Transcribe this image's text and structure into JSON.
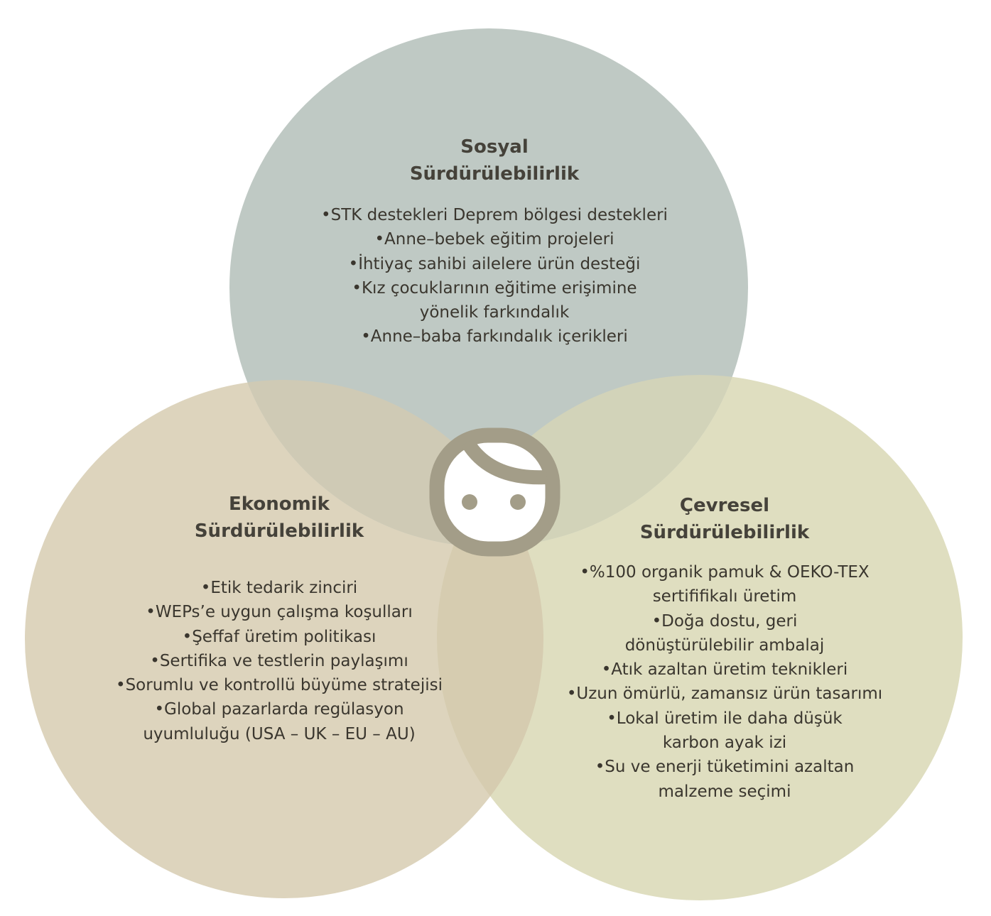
{
  "colors": {
    "social": "#bfc9c4",
    "economic": "#ddd4bd",
    "environmental": "#dfdec0",
    "social_economic": "#cfcab5",
    "social_environmental": "#d2d3b9",
    "economic_environmental": "#d6ccb0",
    "center": "#cfc8ae",
    "icon": "#a39d88",
    "text": "#3a362e"
  },
  "center_icon": "child-face-icon",
  "social": {
    "title_line1": "Sosyal",
    "title_line2": "Sürdürülebilirlik",
    "items": [
      "•STK destekleri Deprem bölgesi destekleri",
      "•Anne–bebek eğitim projeleri",
      "•İhtiyaç sahibi ailelere ürün desteği",
      "•Kız çocuklarının eğitime erişimine",
      "yönelik farkındalık",
      "•Anne–baba farkındalık içerikleri"
    ]
  },
  "economic": {
    "title_line1": "Ekonomik",
    "title_line2": "Sürdürülebilirlik",
    "items": [
      "•Etik tedarik zinciri",
      "•WEPs’e uygun çalışma koşulları",
      "•Şeffaf üretim politikası",
      "•Sertifika ve testlerin paylaşımı",
      "•Sorumlu ve kontrollü büyüme stratejisi",
      "•Global pazarlarda regülasyon",
      "uyumluluğu (USA – UK – EU – AU)"
    ]
  },
  "environmental": {
    "title_line1": "Çevresel",
    "title_line2": "Sürdürülebilirlik",
    "items": [
      "•%100 organik pamuk & OEKO-TEX",
      "sertififikalı üretim",
      "•Doğa dostu, geri",
      "dönüştürülebilir ambalaj",
      "•Atık azaltan üretim teknikleri",
      "•Uzun ömürlü, zamansız ürün tasarımı",
      "•Lokal üretim ile daha düşük",
      "karbon ayak izi",
      "•Su ve enerji tüketimini azaltan",
      "malzeme seçimi"
    ]
  }
}
